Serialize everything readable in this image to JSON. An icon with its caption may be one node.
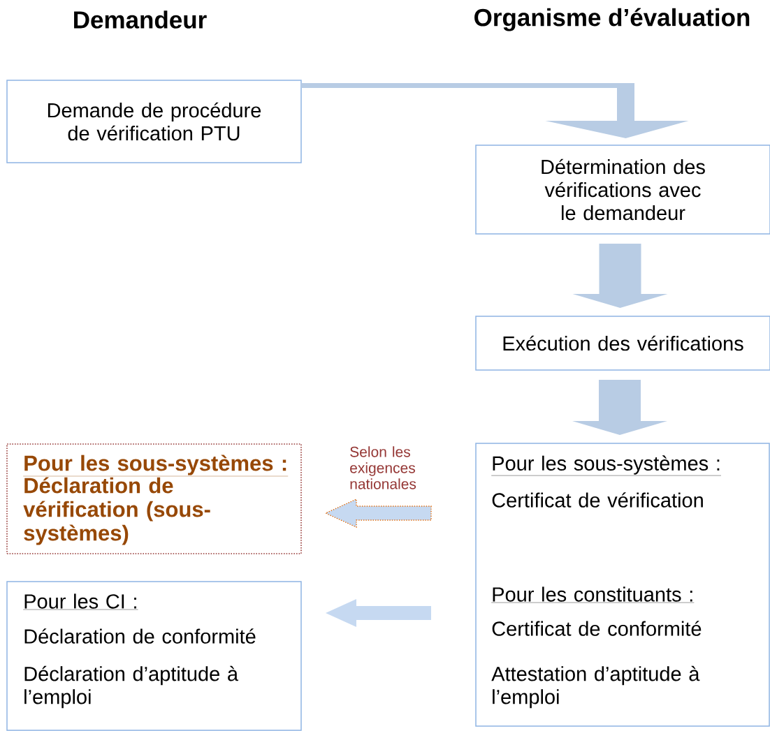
{
  "diagram": {
    "nodes": [
      {
        "text": [
          "Demande de procédure de vérification PTU"
        ]
      },
      {
        "text": [
          "Détermination des vérifications avec le demandeur"
        ]
      },
      {
        "text": [
          "Exécution des vérifications"
        ]
      },
      {
        "text": [
          "Pour les sous-systèmes :",
          "Certificat de vérification",
          "Pour les constituants :",
          "Certificat de conformité",
          "Attestation d’aptitude à l’emploi"
        ]
      },
      {
        "text": [
          "Pour les sous-systèmes :",
          "Déclaration de vérification (sous-systèmes)"
        ]
      },
      {
        "text": [
          "Pour les CI :",
          "Déclaration de conformité",
          "Déclaration d’aptitude à l’emploi"
        ]
      }
    ],
    "edges": [
      {
        "from": 0,
        "to": 1,
        "arrow": "to"
      },
      {
        "from": 1,
        "to": 2,
        "arrow": "to"
      },
      {
        "from": 2,
        "to": 3,
        "arrow": "to"
      },
      {
        "from": 3,
        "to": 4,
        "arrow": "to",
        "label": "Selon les exigences nationales",
        "style": "dashed",
        "color": "#e46c0a"
      },
      {
        "from": 3,
        "to": 5,
        "arrow": "to"
      }
    ],
    "labels": [
      "Demandeur",
      "Organisme d’évaluation"
    ]
  }
}
